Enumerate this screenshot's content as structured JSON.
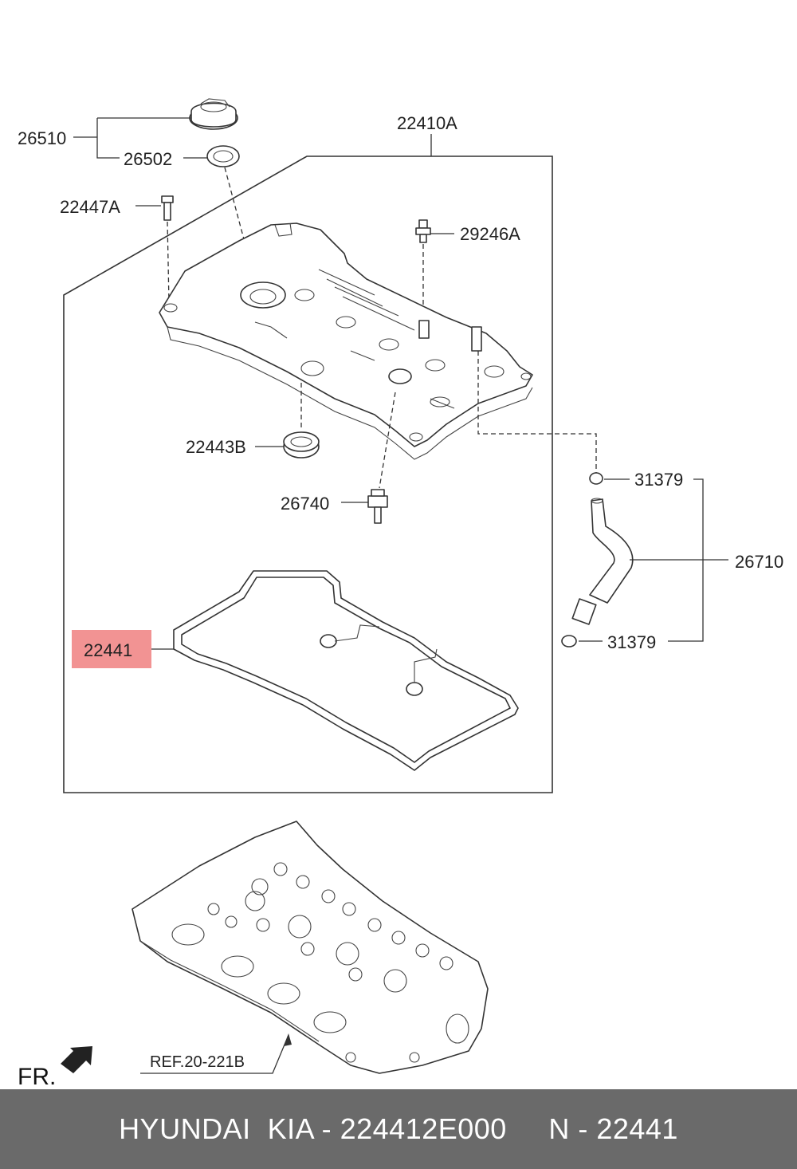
{
  "diagram": {
    "labels": {
      "p26510": "26510",
      "p26502": "26502",
      "p22410A": "22410A",
      "p22447A": "22447A",
      "p29246A": "29246A",
      "p22443B": "22443B",
      "p26740": "26740",
      "p31379_top": "31379",
      "p26710": "26710",
      "p31379_bottom": "31379",
      "p22441": "22441"
    },
    "ref_label": "REF.20-221B",
    "front_label": "FR.",
    "highlight_color": "#f08080"
  },
  "footer": {
    "text": "HYUNDAI  KIA - 224412E000     N - 22441"
  }
}
